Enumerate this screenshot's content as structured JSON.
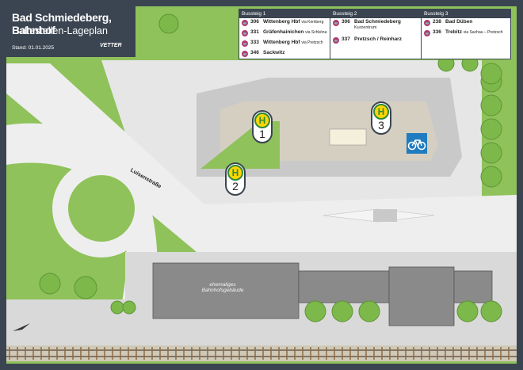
{
  "header": {
    "title": "Bad Schmiedeberg, Bahnhof",
    "subtitle": "Haltestellen-Lageplan",
    "date": "Stand: 01.01.2025",
    "logo_text": "VETTER"
  },
  "legend": [
    {
      "heading": "Bussteig 1",
      "rows": [
        {
          "line": "306",
          "dest": "Wittenberg Hbf",
          "via": "via Kemberg"
        },
        {
          "line": "331",
          "dest": "Gräfenhainichen",
          "via": "via Schköna"
        },
        {
          "line": "333",
          "dest": "Wittenberg Hbf",
          "via": "via Pretzsch"
        },
        {
          "line": "346",
          "dest": "Sackwitz",
          "via": ""
        }
      ]
    },
    {
      "heading": "Bussteig 2",
      "rows": [
        {
          "line": "306",
          "dest": "Bad Schmiedeberg",
          "via": "",
          "sub": "Kurzentrum"
        },
        {
          "line": "337",
          "dest": "Pretzsch / Reinharz",
          "via": ""
        }
      ]
    },
    {
      "heading": "Bussteig 3",
      "rows": [
        {
          "line": "238",
          "dest": "Bad Düben",
          "via": ""
        },
        {
          "line": "336",
          "dest": "Trebitz",
          "via": "via Sachau – Pretzsch"
        }
      ]
    }
  ],
  "stops": [
    {
      "number": "1",
      "symbol": "H"
    },
    {
      "number": "2",
      "symbol": "H"
    },
    {
      "number": "3",
      "symbol": "H"
    }
  ],
  "labels": {
    "street": "Luisenstraße",
    "building_line1": "ehemaliges",
    "building_line2": "Bahnhofsgebäude"
  },
  "colors": {
    "frame": "#3b4551",
    "grass": "#8fc25a",
    "road": "#ececec",
    "pavement": "#c9c9c9",
    "building": "#8a8a8a",
    "bus_badge": "#b03a70",
    "stop_yellow": "#ffd600",
    "stop_green": "#2e8b3a",
    "bike_blue": "#1f7cc1"
  }
}
